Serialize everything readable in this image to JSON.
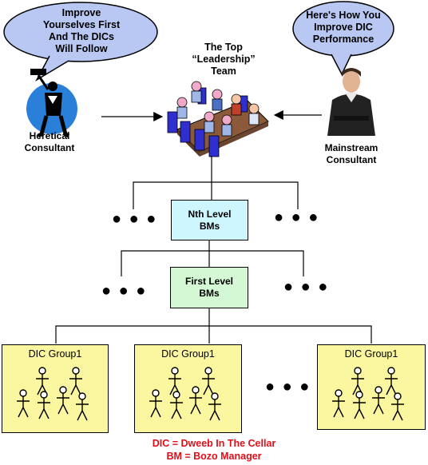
{
  "left_bubble": {
    "lines": [
      "Improve",
      "Yourselves First",
      "And The DICs",
      "Will Follow"
    ]
  },
  "right_bubble": {
    "lines": [
      "Here's How You",
      "Improve DIC",
      "Performance"
    ]
  },
  "top_team": {
    "lines": [
      "The Top",
      "“Leadership”",
      "Team"
    ]
  },
  "left_consultant": {
    "lines": [
      "Heretical",
      "Consultant"
    ]
  },
  "right_consultant": {
    "lines": [
      "Mainstream",
      "Consultant"
    ]
  },
  "nth_level": {
    "lines": [
      "Nth Level",
      "BMs"
    ]
  },
  "first_level": {
    "lines": [
      "First Level",
      "BMs"
    ]
  },
  "groups": [
    {
      "label": "DIC Group1"
    },
    {
      "label": "DIC Group1"
    },
    {
      "label": "DIC Group1"
    }
  ],
  "ellipsis": "● ● ●",
  "legend": {
    "line1": "DIC = Dweeb In The Cellar",
    "line2": "BM = Bozo Manager"
  },
  "colors": {
    "bubble_fill": "#b9c8f3",
    "nth_level_fill": "#cdf6ff",
    "first_level_fill": "#d4f7d4",
    "group_fill": "#fbf6a0",
    "legend_red": "#e0101a"
  }
}
